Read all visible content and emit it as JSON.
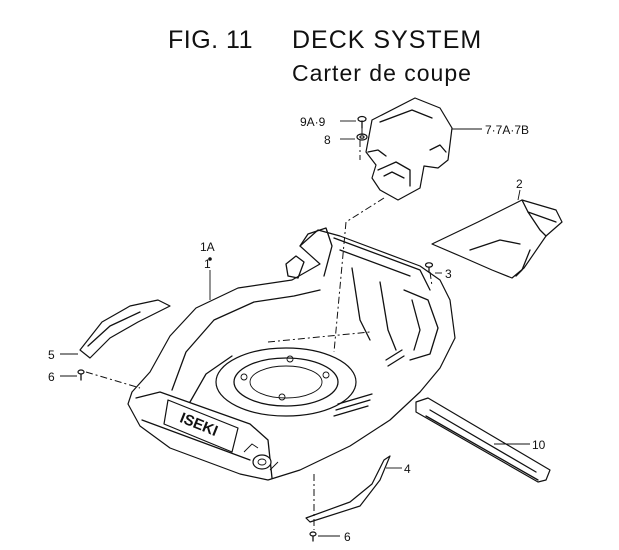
{
  "header": {
    "figure_number": "FIG. 11",
    "title": "DECK SYSTEM",
    "subtitle": "Carter de coupe"
  },
  "callouts": {
    "c9a9": "9A·9",
    "c8": "8",
    "c7": "7·7A·7B",
    "c2": "2",
    "c1a": "1A",
    "c1": "1",
    "c3": "3",
    "c5": "5",
    "c6a": "6",
    "c10": "10",
    "c4": "4",
    "c6b": "6"
  },
  "deck_logo": "ISEKI"
}
